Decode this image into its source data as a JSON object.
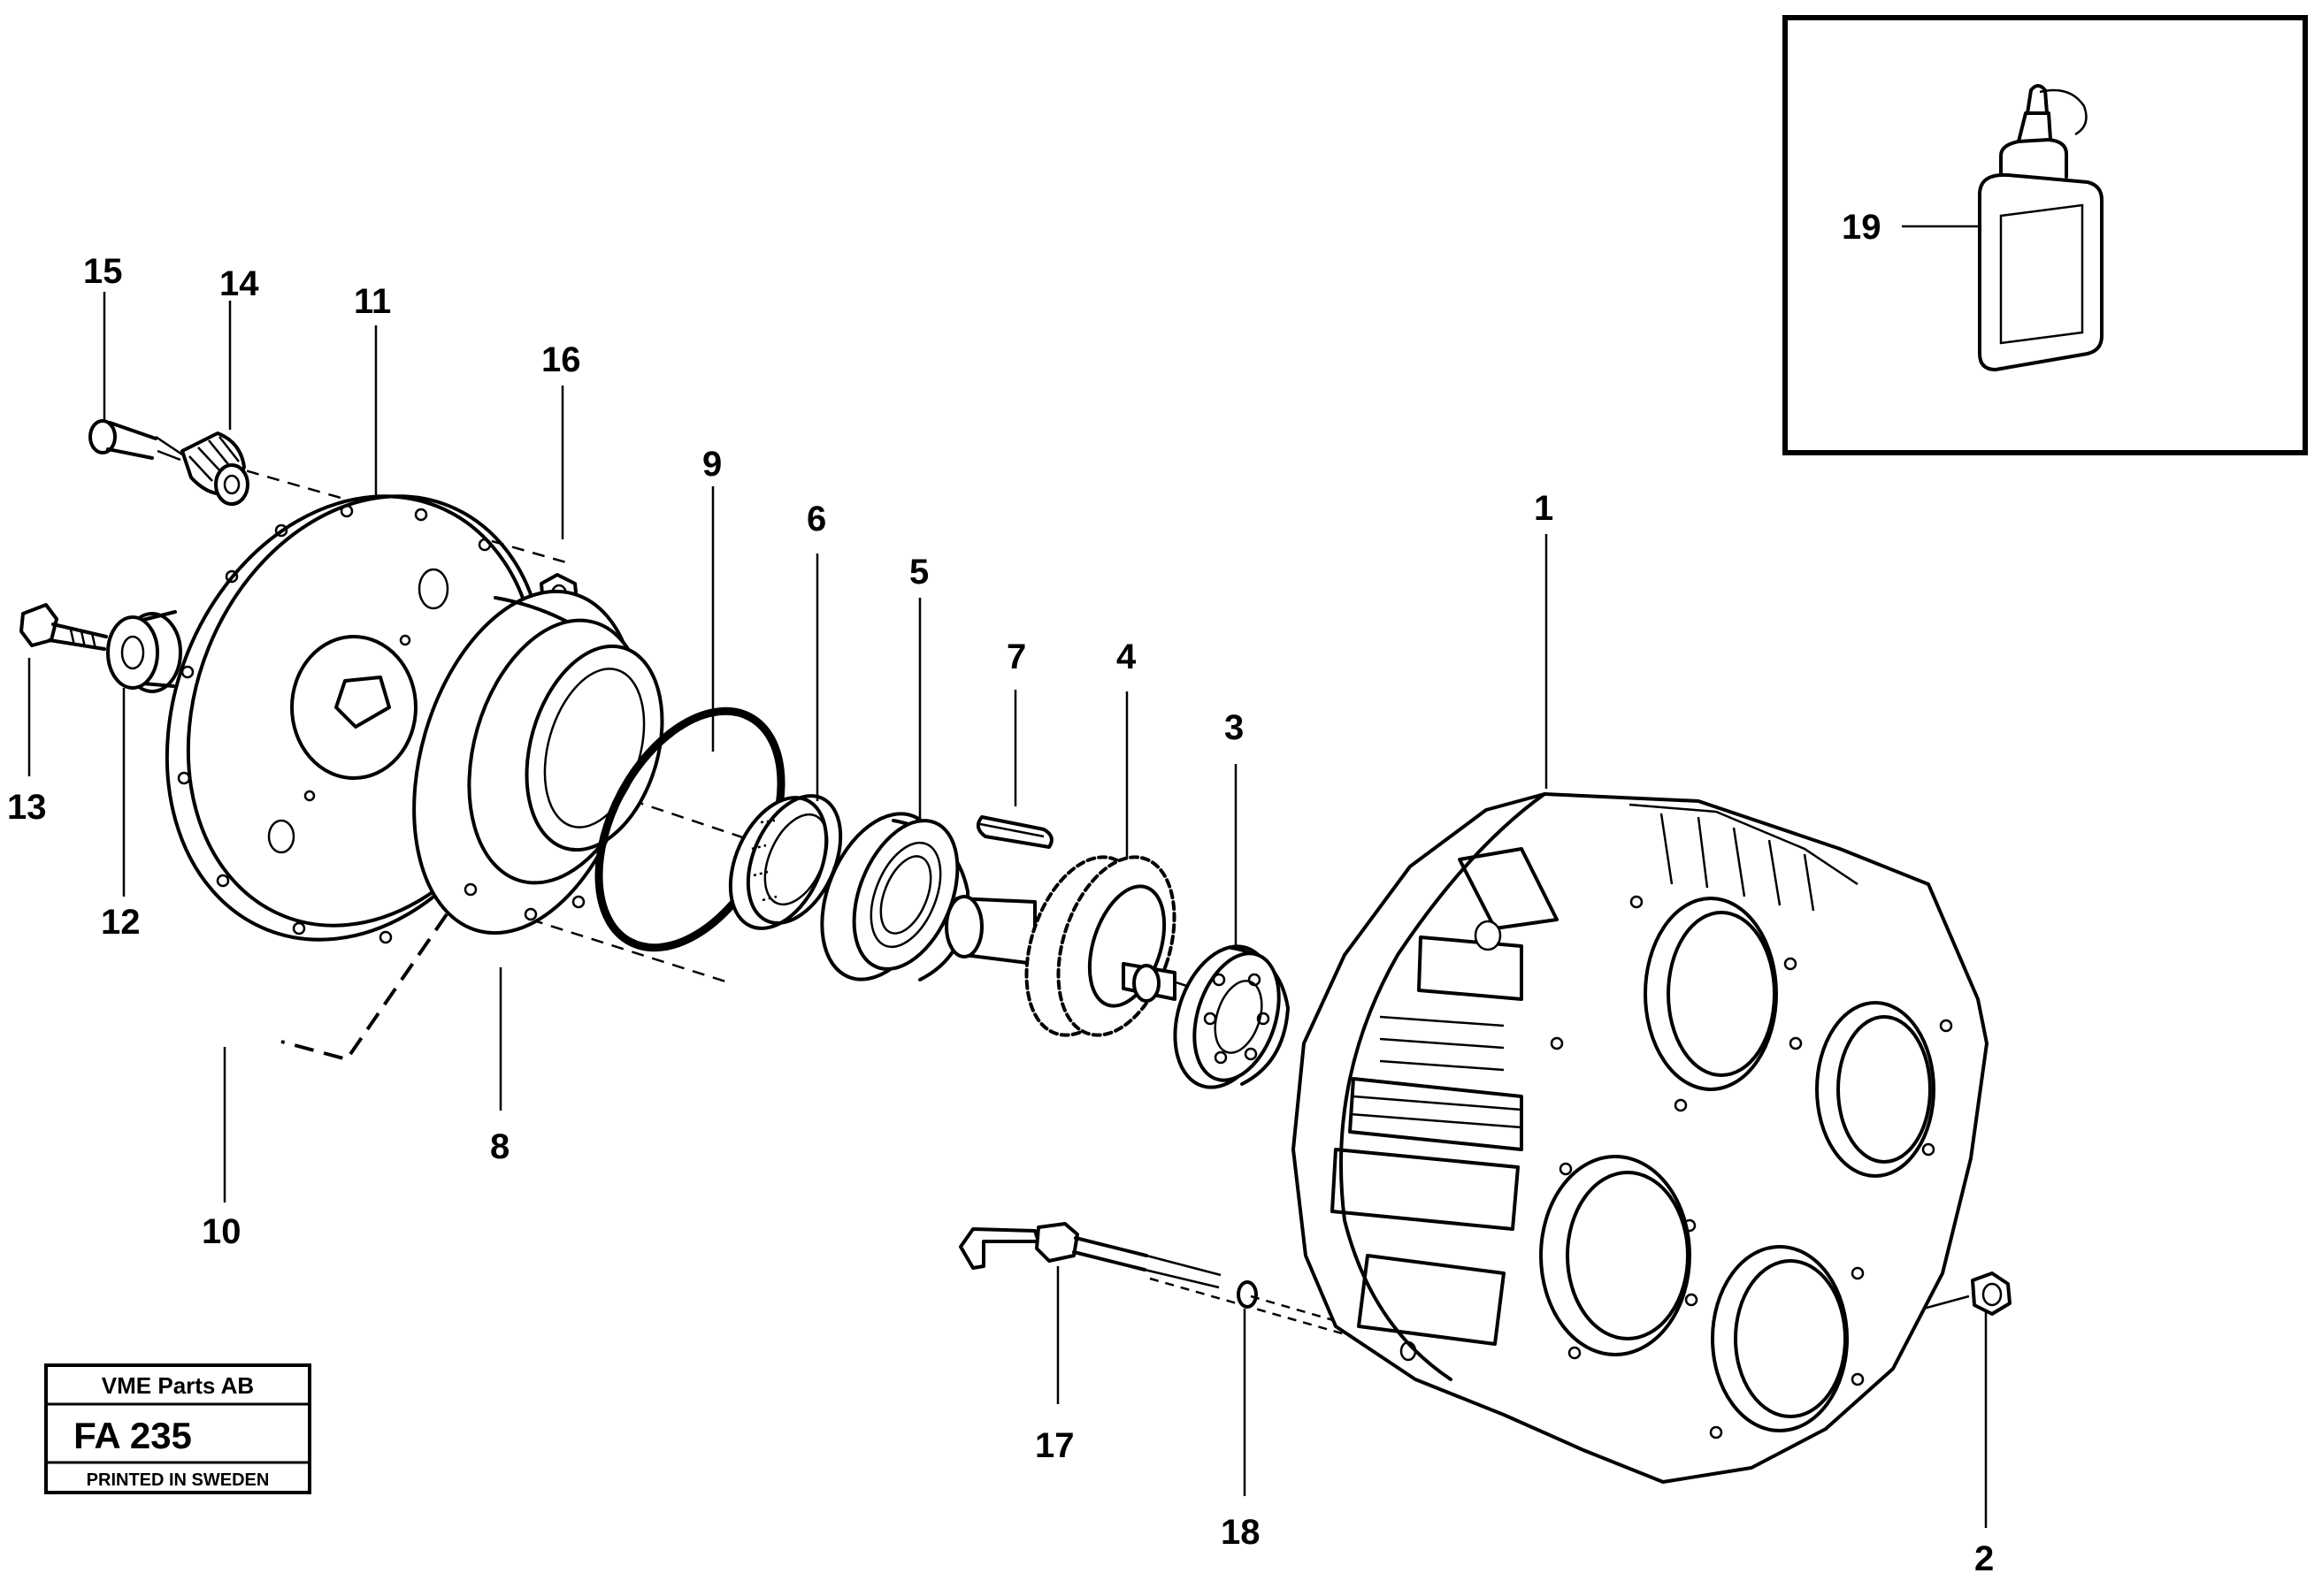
{
  "callouts": {
    "c1": "1",
    "c2": "2",
    "c3": "3",
    "c4": "4",
    "c5": "5",
    "c6": "6",
    "c7": "7",
    "c8": "8",
    "c9": "9",
    "c10": "10",
    "c11": "11",
    "c12": "12",
    "c13": "13",
    "c14": "14",
    "c15": "15",
    "c16": "16",
    "c17": "17",
    "c18": "18",
    "c19": "19"
  },
  "stamp": {
    "company": "VME Parts AB",
    "code": "FA 235",
    "printed": "PRINTED IN SWEDEN"
  }
}
